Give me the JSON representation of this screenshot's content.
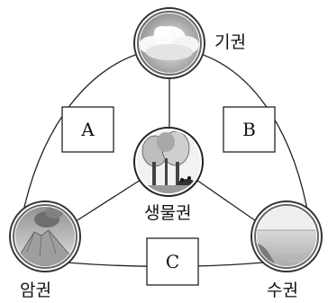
{
  "nodes": {
    "atmosphere": {
      "label": "기권",
      "icon": "cloud-sky-icon"
    },
    "biosphere": {
      "label": "생물권",
      "icon": "trees-icon"
    },
    "geosphere": {
      "label": "암권",
      "icon": "volcano-icon"
    },
    "hydrosphere": {
      "label": "수권",
      "icon": "ocean-shore-icon"
    }
  },
  "boxes": {
    "a": "A",
    "b": "B",
    "c": "C"
  },
  "colors": {
    "line": "#222222",
    "ring": "#333333",
    "background": "#ffffff"
  }
}
